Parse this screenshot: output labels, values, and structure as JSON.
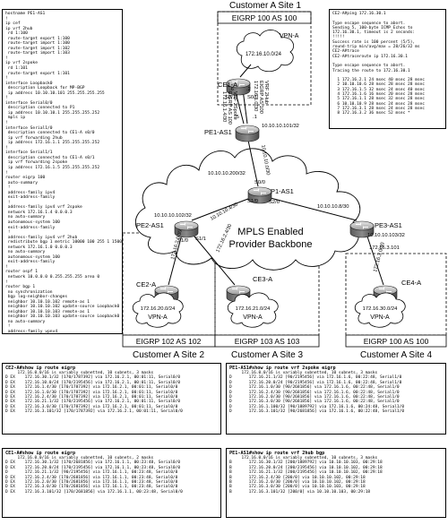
{
  "config_panel": {
    "lines": [
      "hostname PE1-AS1",
      "!",
      "ip cef",
      "ip vrf 2hub",
      " rd 1:100",
      " route-target export 1:100",
      " route-target import 1:100",
      " route-target import 1:102",
      " route-target import 1:103",
      "!",
      "ip vrf 2spoke",
      " rd 1:101",
      " route-target export 1:101",
      "!",
      "interface Loopback0",
      " description Loopback for MP-BGP",
      " ip address 10.10.10.101 255.255.255.255",
      "!",
      "interface Serial0/0",
      " description connected to P1",
      " ip address 10.10.10.1 255.255.255.252",
      " mpls ip",
      "!",
      "interface Serial1/0",
      " description connected to CE1-A s0/0",
      " ip vrf forwarding 2hub",
      " ip address 172.16.1.1 255.255.255.252",
      "!",
      "interface Serial1/1",
      " description connected to CE1-A s0/1",
      " ip vrf forwarding 2spoke",
      " ip address 172.16.1.5 255.255.255.252",
      "!",
      "router eigrp 100",
      " auto-summary",
      " !",
      " address-family ipv4",
      " exit-address-family",
      " !",
      " address-family ipv4 vrf 2spoke",
      " network 172.16.1.4 0.0.0.3",
      " no auto-summary",
      " autonomous-system 100",
      " exit-address-family",
      " !",
      " address-family ipv4 vrf 2hub",
      " redistribute bgp 1 metric 10000 100 255 1 1500",
      " network 172.16.1.0 0.0.0.3",
      " no auto-summary",
      " autonomous-system 100",
      " exit-address-family",
      "!",
      "router ospf 1",
      " network 10.0.0.0 0.255.255.255 area 0",
      "!",
      "router bgp 1",
      " no synchronization",
      " bgp log-neighbor-changes",
      " neighbor 10.10.10.102 remote-as 1",
      " neighbor 10.10.10.102 update-source Loopback0",
      " neighbor 10.10.10.103 remote-as 1",
      " neighbor 10.10.10.103 update-source Loopback0",
      " no auto-summary",
      " !",
      " address-family vpnv4",
      " neighbor 10.10.10.103 activate",
      " neighbor 10.10.10.103 send-community extended",
      " neighbor 10.10.10.102 activate",
      " neighbor 10.10.10.102 send-community extended",
      " exit-address-family",
      " !",
      " address-family ipv4 vrf 2spoke",
      " redistribute eigrp 100",
      " no auto-summary",
      " no synchronization",
      " exit-address-family",
      " !",
      " address-family ipv4 vrf 2hub",
      " no auto-summary",
      " no synchronization",
      " exit-address-family"
    ]
  },
  "ping_panel": {
    "lines": [
      "CE2-A#ping 172.16.30.1",
      "",
      "Type escape sequence to abort.",
      "Sending 5, 100-byte ICMP Echos to",
      "172.16.30.1, timeout is 2 seconds:",
      "!!!!!",
      "Success rate is 100 percent (5/5),",
      "round-trip min/avg/max = 28/26/32 ms",
      "CE2-A#trace",
      "CE2-A#traceroute ip 172.16.30.1",
      "",
      "Type escape sequence to abort.",
      "Tracing the route to 172.16.30.1",
      "",
      "  1 172.16.2.1 24 msec 40 msec 28 msec",
      "  2 10.10.10.6 28 msec 28 msec 28 msec",
      "  3 172.16.1.5 32 msec 24 msec 40 msec",
      "  4 172.16.1.6 16 msec 20 msec 28 msec",
      "  5 172.16.1.1 28 msec 32 msec 28 msec",
      "  6 10.10.10.9 28 msec 24 msec 28 msec",
      "  7 172.16.3.1 28 msec 24 msec 28 msec",
      "  8 172.16.3.2 36 msec 52 msec *"
    ]
  },
  "diagram": {
    "title_site1": "Customer A Site 1",
    "eigrp_site1": "EIGRP 100 AS 100",
    "vpn_a_top": "VPN-A",
    "net_ce1": "172.16.10.0/24",
    "ce1_label": "CE1-A",
    "link_left_label": "172.16.1.4/30",
    "link_left_eigrp": "EIGRP AS 100",
    "link_left_vrf": "VRF 2Spoke",
    "link_right_label": "172.16.1.0/30",
    "link_right_eigrp": "EIGRP AS 100",
    "link_right_vrf": "VRF 2Hub",
    "s0_0": "S0/0",
    "s0_1": "S0/1",
    "dot1": ".1",
    "dot2": ".2",
    "dot5": ".5",
    "dot6": ".6",
    "pe1_label": "PE1-AS1",
    "pe1_loopback": "10.10.10.101/32",
    "pe1_p1_link": "10.10.10.0/30",
    "p1_label": "P1-AS1",
    "p1_s0": "S0/0",
    "p1_s1": "S1/0",
    "p1_s2": "S2/0",
    "p1_loopback": "10.10.10.200/32",
    "mpls_line1": "MPLS Enabled",
    "mpls_line2": "Provider Backbone",
    "pe2_label": "PE2-AS1",
    "pe2_loopback": "10.10.10.102/32",
    "pe2_p1_link": "10.10.10.4/30",
    "pe3_label": "PE3-AS1",
    "pe3_loopback": "10.10.10.103/32",
    "pe3_p1_link": "10.10.10.8/30",
    "pe3_ce4_addr": "172.16.3.101",
    "pe2_ce2_link": "172.16.2.0/30",
    "pe2_ce3_link": "172.16.2.4/30",
    "pe3_ce4_link": "172.16.3.0/30",
    "pe2_s1": "S1/0",
    "pe2_s2": "S1/1",
    "ce2_label": "CE2-A",
    "ce2_net": "172.16.20.0/24",
    "ce2_vpn": "VPN-A",
    "ce3_label": "CE3-A",
    "ce3_net": "172.16.21.0/24",
    "ce3_vpn": "VPN-A",
    "ce4_label": "CE4-A",
    "ce4_net": "172.16.30.0/24",
    "ce4_vpn": "VPN-A",
    "eigrp_site2": "EIGRP 102 AS 102",
    "eigrp_site3": "EIGRP 103 AS 103",
    "eigrp_site4": "EIGRP 100 AS 100",
    "title_site2": "Customer A Site 2",
    "title_site3": "Customer A Site 3",
    "title_site4": "Customer A Site 4"
  },
  "route_panels": [
    {
      "title": "CE2-A#show ip route eigrp",
      "lines": [
        "     172.16.0.0/16 is variably subnetted, 10 subnets, 3 masks",
        "D EX    172.16.30.1/32 [170/1787392] via 172.16.2.1, 00:01:11, Serial0/0",
        "D EX    172.16.10.0/24 [170/2195456] via 172.16.2.1, 00:01:11, Serial0/0",
        "D EX    172.16.1.4/30 [170/1787392] via 172.16.2.1, 00:01:11, Serial0/0",
        "D EX    172.16.1.0/30 [170/1787392] via 172.16.2.1, 00:01:11, Serial0/0",
        "D EX    172.16.2.4/30 [170/1787392] via 172.16.2.1, 00:01:11, Serial0/0",
        "D EX    172.16.21.1/32 [170/2195456] via 172.16.2.1, 00:01:11, Serial0/0",
        "D EX    172.16.3.0/30 [170/1787392] via 172.16.2.1, 00:01:11, Serial0/0",
        "D EX    172.16.3.101/32 [170/1787392] via 172.16.2.1, 00:01:11, Serial0/0"
      ]
    },
    {
      "title": "PE1-AS1#show ip route vrf 2spoke eigrp",
      "lines": [
        "     172.16.0.0/16 is variably subnetted, 10 subnets, 3 masks",
        "D       172.16.21.1/32 [90/2195456] via 172.16.1.6, 00:22:48, Serial1/0",
        "D       172.16.20.0/24 [90/2195456] via 172.16.1.6, 00:22:48, Serial1/0",
        "D       172.16.1.0/30 [90/2681856] via 172.16.1.6, 00:22:48, Serial1/0",
        "D       172.16.2.4/30 [90/2681856] via 172.16.1.6, 00:22:48, Serial1/0",
        "D       172.16.2.0/30 [90/2681856] via 172.16.1.6, 00:22:48, Serial1/0",
        "D       172.16.3.0/30 [90/2681856] via 172.16.1.6, 00:22:48, Serial1/0",
        "D       172.16.1.100/32 [90/1889792] via 172.16.1.6, 00:24:48, Serial1/0",
        "D       172.16.3.101/32 [90/2681856] via 172.16.1.6, 00:22:48, Serial1/0"
      ]
    },
    {
      "title": "CE1-A#show ip route eigrp",
      "lines": [
        "     172.16.0.0/16 is variably subnetted, 10 subnets, 2 masks",
        "D EX    172.16.30.1/32 [170/2681856] via 172.16.1.1, 00:23:48, Serial0/0",
        "D EX    172.16.20.0/24 [170/2195456] via 172.16.1.1, 00:23:48, Serial0/0",
        "D       172.16.21.1/32 [90/2195456] via 172.16.1.1, 00:23:48, Serial0/0",
        "D EX    172.16.2.4/30 [170/2681856] via 172.16.1.1, 00:23:48, Serial0/0",
        "D EX    172.16.2.0/30 [170/2681856] via 172.16.1.1, 00:23:48, Serial0/0",
        "D EX    172.16.3.0/30 [170/2681856] via 172.16.1.1, 00:23:48, Serial0/0",
        "D EX    172.16.3.101/32 [170/2681856] via 172.16.1.1, 00:23:48, Serial0/0"
      ]
    },
    {
      "title": "PE1-AS1#show ip route vrf 2hub bgp",
      "lines": [
        "     172.16.0.0/16 is variably subnetted, 10 subnets, 3 masks",
        "B       172.16.30.1/32 [200/1889792] via 10.10.10.103, 00:29:18",
        "B       172.16.20.0/24 [200/2195456] via 10.10.10.102, 00:29:18",
        "B       172.16.21.1/32 [200/2195456] via 10.10.10.102, 00:29:18",
        "B       172.16.2.4/30 [200/0] via 10.10.10.102, 00:29:18",
        "B       172.16.2.0/30 [200/0] via 10.10.10.102, 00:29:18",
        "B       172.16.3.0/30 [200/0] via 10.10.10.103, 00:29:18",
        "B       172.16.3.101/32 [200/0] via 10.10.10.103, 00:29:18"
      ]
    }
  ]
}
